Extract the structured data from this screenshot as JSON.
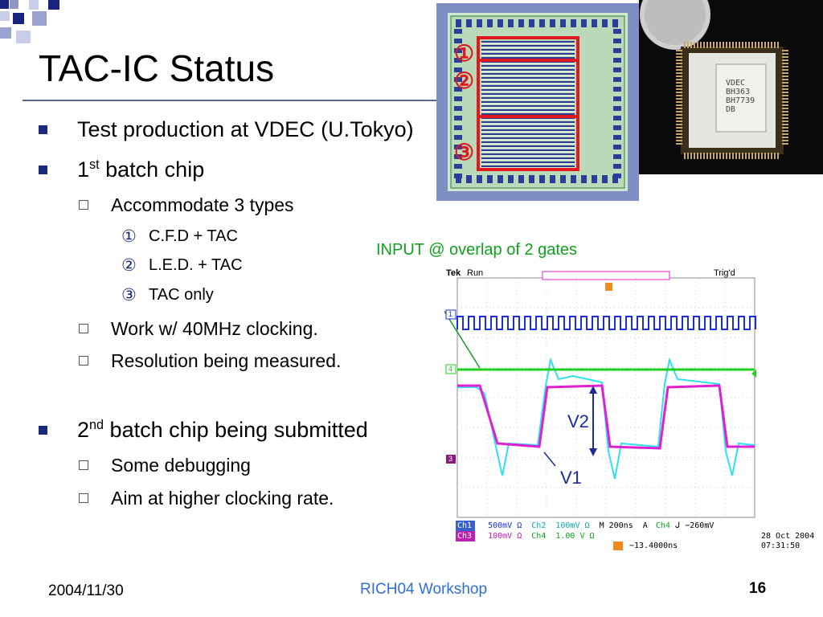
{
  "slide": {
    "title": "TAC-IC Status",
    "bullets": [
      {
        "text": "Test production at VDEC (U.Tokyo)"
      },
      {
        "pre": "1",
        "sup": "st",
        "post": " batch chip"
      },
      {
        "text": "Accommodate 3 types"
      },
      {
        "num": "①",
        "text": "C.F.D + TAC"
      },
      {
        "num": "②",
        "text": "L.E.D. + TAC"
      },
      {
        "num": "③",
        "text": "TAC only"
      },
      {
        "text": "Work w/ 40MHz clocking."
      },
      {
        "text": "Resolution being measured."
      },
      {
        "pre": "2",
        "sup": "nd",
        "post": " batch chip being submitted"
      },
      {
        "text": "Some debugging"
      },
      {
        "text": "Aim at higher clocking rate."
      }
    ]
  },
  "chip_layout": {
    "labels": [
      "①",
      "②",
      "③"
    ],
    "label_color": "#e0191e"
  },
  "chip_photo": {
    "marking": [
      "VDEC",
      "BH363",
      "BH7739",
      "DB"
    ]
  },
  "annotations": {
    "input_note": "INPUT @ overlap of 2 gates",
    "v2": "V2",
    "v1": "V1",
    "note_color": "#10a020",
    "voltage_color": "#1a2a9a"
  },
  "scope": {
    "brand": "Tek",
    "mode": "Run",
    "trig": "Trig'd",
    "markers": [
      "1",
      "4",
      "3"
    ],
    "readouts": {
      "row1": [
        "Ch1",
        "500mV Ω",
        "Ch2",
        "100mV Ω",
        "M",
        "200ns",
        "A",
        "Ch4",
        "ᒍ",
        "−260mV"
      ],
      "row2": [
        "Ch3",
        "100mV Ω",
        "Ch4",
        "1.00 V Ω"
      ],
      "delay": "−13.4000ns",
      "date": "28 Oct  2004",
      "time": "07:31:50"
    },
    "trace_colors": {
      "ch1": "#1b2fd8",
      "ch2": "#2fe0f0",
      "ch3": "#e020d0",
      "ch4": "#20d020"
    }
  },
  "footer": {
    "date": "2004/11/30",
    "center": "RICH04 Workshop",
    "page": "16"
  }
}
